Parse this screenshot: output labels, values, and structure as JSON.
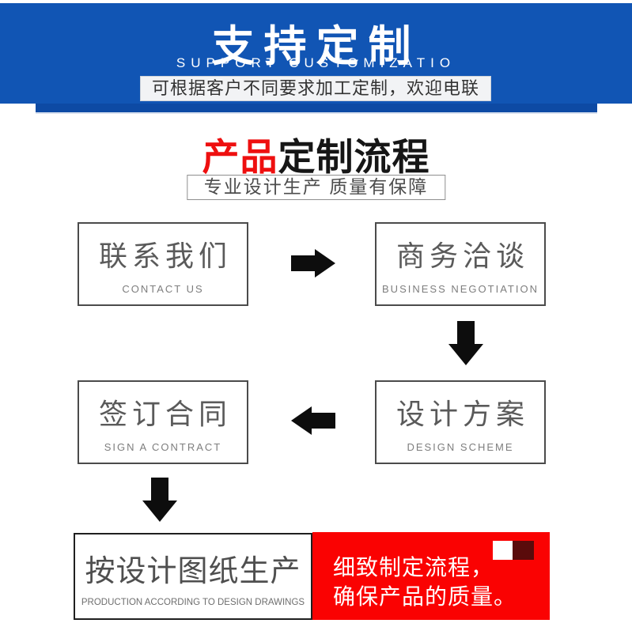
{
  "banner": {
    "title": "支持定制",
    "subtitle": "SUPPORT CUSTOMIZATIO",
    "note": "可根据客户不同要求加工定制，欢迎电联"
  },
  "heading": {
    "red_part": "产品",
    "dark_part": "定制流程",
    "tagline": "专业设计生产 质量有保障"
  },
  "flow": {
    "contact": {
      "zh": "联系我们",
      "en": "CONTACT US"
    },
    "negotiation": {
      "zh": "商务洽谈",
      "en": "BUSINESS NEGOTIATION"
    },
    "design": {
      "zh": "设计方案",
      "en": "DESIGN SCHEME"
    },
    "contract": {
      "zh": "签订合同",
      "en": "SIGN A CONTRACT"
    },
    "production": {
      "zh": "按设计图纸生产",
      "en": "PRODUCTION ACCORDING TO DESIGN DRAWINGS"
    }
  },
  "callout": {
    "line1": "细致制定流程，",
    "line2": "确保产品的质量。"
  },
  "colors": {
    "banner-blue": "#1155b4",
    "banner-bar-blue": "#0d4aa4",
    "title-red": "#ee0f0f",
    "callout-red": "#fa0202",
    "callout-dark": "#5a0b0b",
    "arrow-black": "#0d0d0d"
  }
}
